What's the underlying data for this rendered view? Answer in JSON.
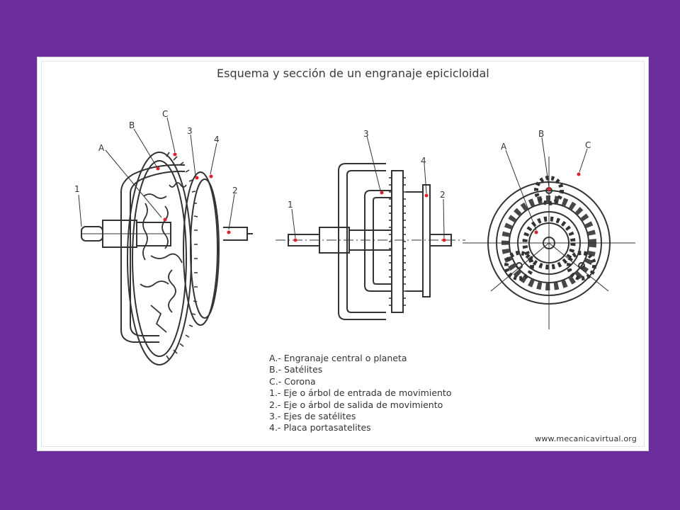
{
  "title": "Esquema y sección de un engranaje epicicloidal",
  "labels": {
    "A": "A",
    "B": "B",
    "C": "C",
    "n1": "1",
    "n2": "2",
    "n3": "3",
    "n4": "4"
  },
  "legend": [
    "A.- Engranaje central o planeta",
    "B.- Satélites",
    "C.- Corona",
    "1.- Eje o árbol de entrada de movimiento",
    "2.- Eje o árbol de salida de movimiento",
    "3.- Ejes de satélites",
    "4.- Placa portasatelites"
  ],
  "credit": "www.mecanicavirtual.org",
  "colors": {
    "background": "#6b2d9b",
    "panel": "#ffffff",
    "ink": "#333333",
    "marker": "#e0202a"
  }
}
